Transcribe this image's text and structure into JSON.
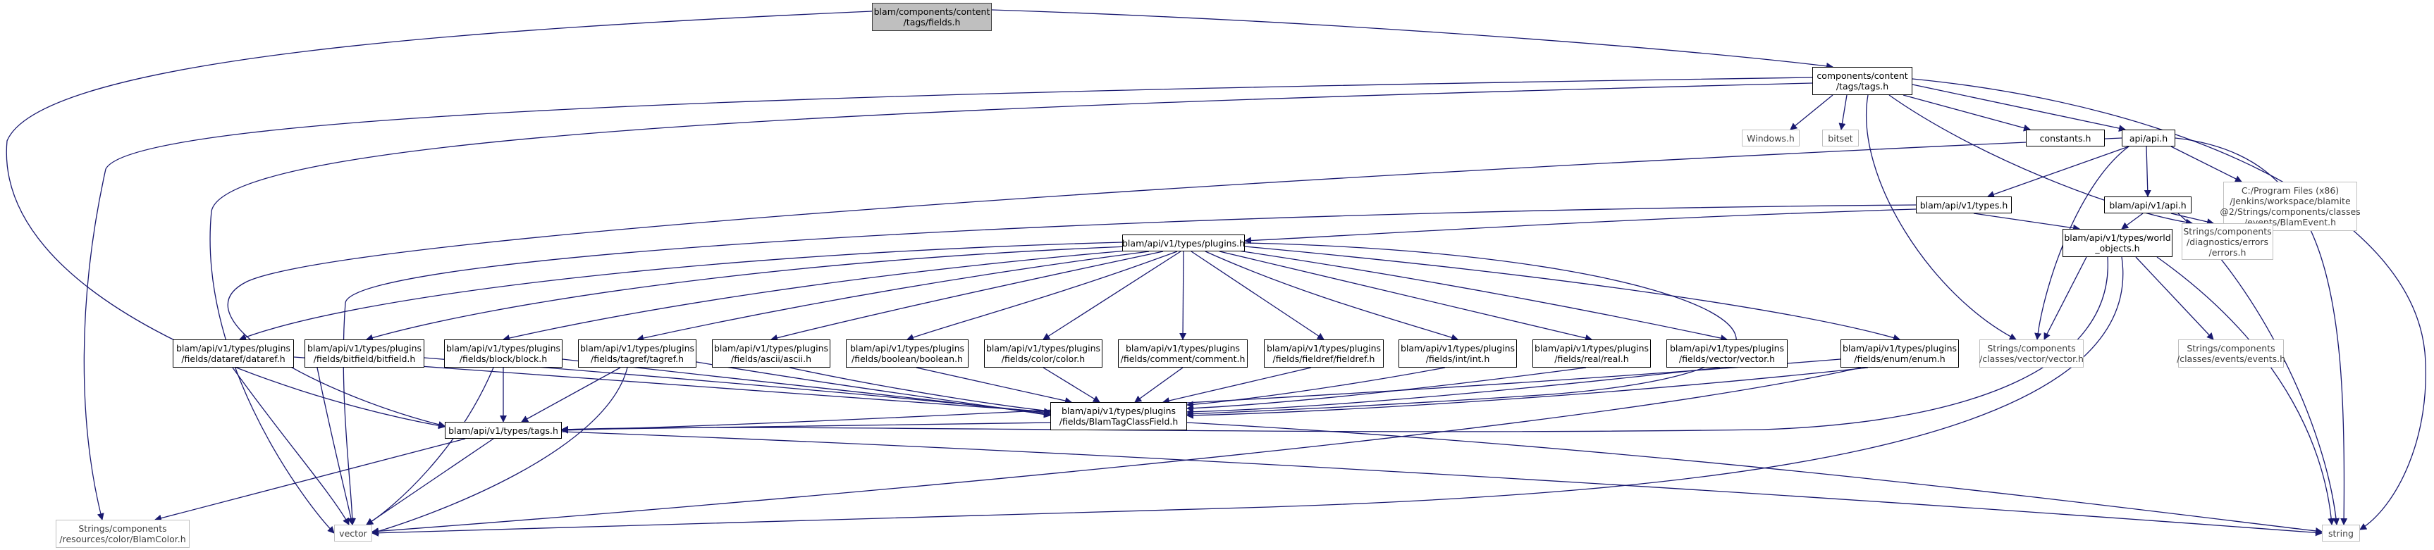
{
  "nodes": {
    "fields_h": [
      "blam/components/content",
      "/tags/fields.h"
    ],
    "tags_h": [
      "components/content",
      "/tags/tags.h"
    ],
    "windows_h": [
      "Windows.h"
    ],
    "bitset": [
      "bitset"
    ],
    "constants_h": [
      "constants.h"
    ],
    "api_h": [
      "api/api.h"
    ],
    "blamevent_h": [
      "C:/Program Files (x86)",
      "/Jenkins/workspace/blamite",
      "@2/Strings/components/classes",
      "/events/BlamEvent.h"
    ],
    "apiv1_types_h": [
      "blam/api/v1/types.h"
    ],
    "apiv1_api_h": [
      "blam/api/v1/api.h"
    ],
    "diagnostics_errors_h": [
      "Strings/components",
      "/diagnostics/errors",
      "/errors.h"
    ],
    "world_objects_h": [
      "blam/api/v1/types/world",
      "_objects.h"
    ],
    "plugins_h": [
      "blam/api/v1/types/plugins.h"
    ],
    "dataref_h": [
      "blam/api/v1/types/plugins",
      "/fields/dataref/dataref.h"
    ],
    "bitfield_h": [
      "blam/api/v1/types/plugins",
      "/fields/bitfield/bitfield.h"
    ],
    "block_h": [
      "blam/api/v1/types/plugins",
      "/fields/block/block.h"
    ],
    "tagref_h": [
      "blam/api/v1/types/plugins",
      "/fields/tagref/tagref.h"
    ],
    "ascii_h": [
      "blam/api/v1/types/plugins",
      "/fields/ascii/ascii.h"
    ],
    "boolean_h": [
      "blam/api/v1/types/plugins",
      "/fields/boolean/boolean.h"
    ],
    "color_h": [
      "blam/api/v1/types/plugins",
      "/fields/color/color.h"
    ],
    "comment_h": [
      "blam/api/v1/types/plugins",
      "/fields/comment/comment.h"
    ],
    "fieldref_h": [
      "blam/api/v1/types/plugins",
      "/fields/fieldref/fieldref.h"
    ],
    "int_h": [
      "blam/api/v1/types/plugins",
      "/fields/int/int.h"
    ],
    "real_h": [
      "blam/api/v1/types/plugins",
      "/fields/real/real.h"
    ],
    "vector_field_h": [
      "blam/api/v1/types/plugins",
      "/fields/vector/vector.h"
    ],
    "enum_h": [
      "blam/api/v1/types/plugins",
      "/fields/enum/enum.h"
    ],
    "vector_comp_h": [
      "Strings/components",
      "/classes/vector/vector.h"
    ],
    "events_h": [
      "Strings/components",
      "/classes/events/events.h"
    ],
    "blamtagclassfield_h": [
      "blam/api/v1/types/plugins",
      "/fields/BlamTagClassField.h"
    ],
    "apiv1_tags_h": [
      "blam/api/v1/types/tags.h"
    ],
    "blamcolor_h": [
      "Strings/components",
      "/resources/color/BlamColor.h"
    ],
    "vector": [
      "vector"
    ],
    "string": [
      "string"
    ]
  },
  "colors": {
    "edge": "#191970",
    "edge_external": "#bfbfbf",
    "root_fill": "#bfbfbf",
    "node_border": "#000000",
    "external_border": "#bfbfbf"
  }
}
